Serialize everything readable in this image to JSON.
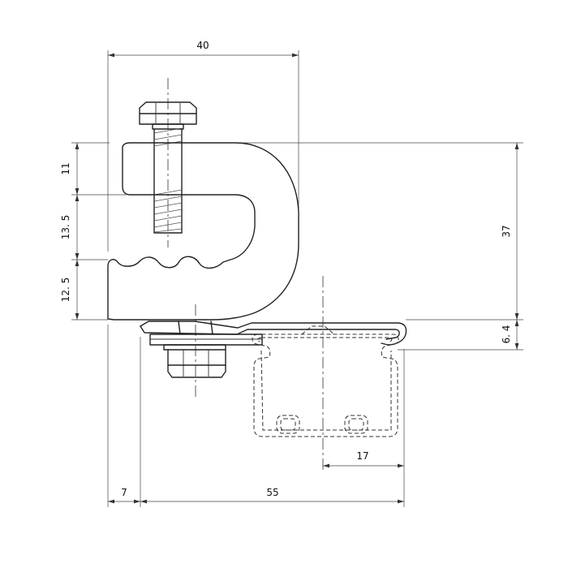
{
  "dimensions": {
    "top_width": "40",
    "jaw_top": "11",
    "jaw_gap": "13. 5",
    "jaw_bottom": "12. 5",
    "total_height": "37",
    "rail_height": "6. 4",
    "rail_offset": "17",
    "left_offset": "7",
    "base_length": "55"
  },
  "colors": {
    "line": "#222222",
    "background": "#ffffff"
  }
}
